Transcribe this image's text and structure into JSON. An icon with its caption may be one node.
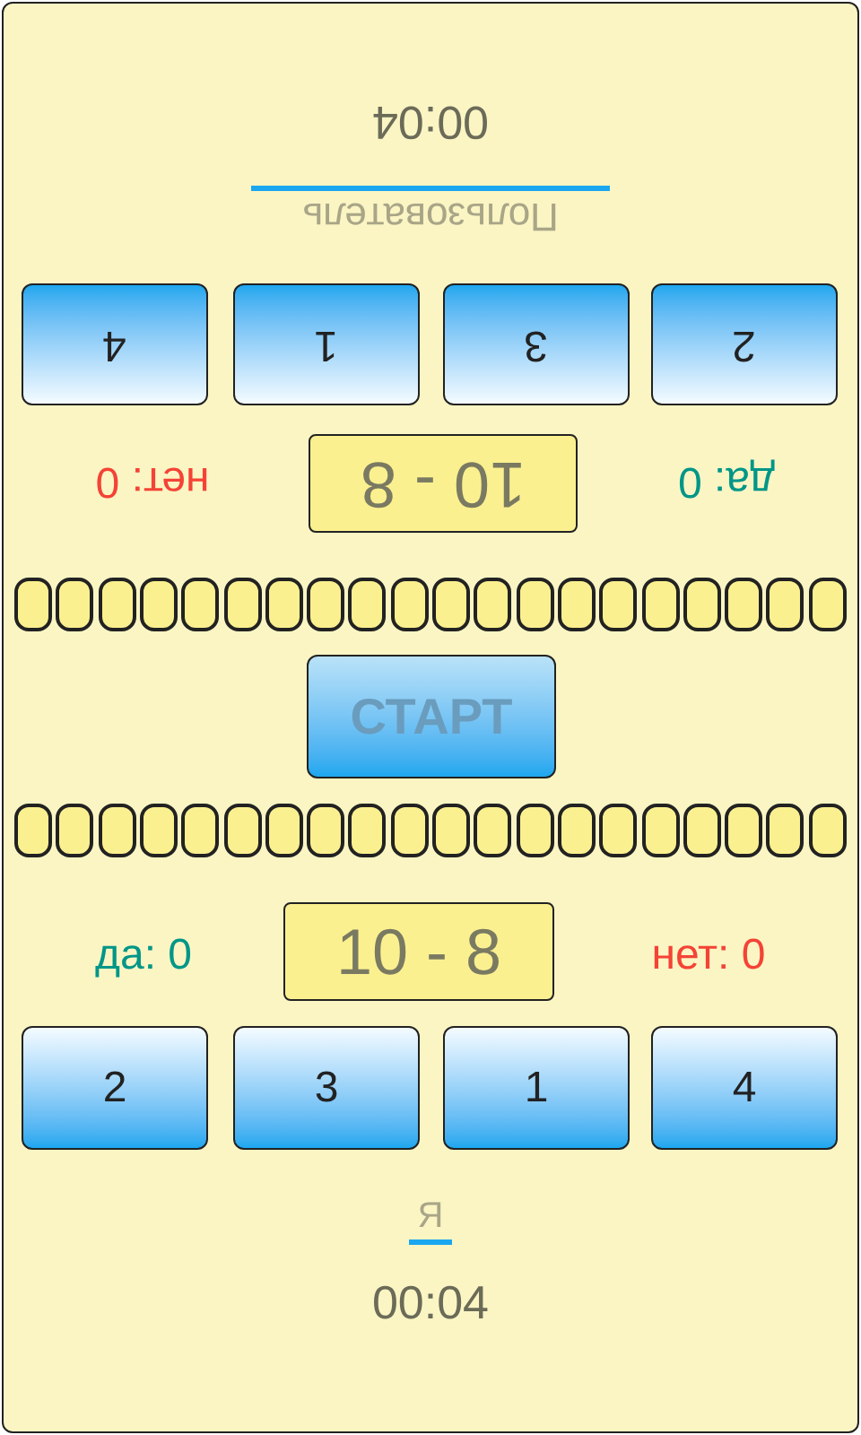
{
  "diagram": {
    "nodes": [
      {
        "text": [
          "4"
        ]
      },
      {
        "text": [
          "1"
        ]
      },
      {
        "text": [
          "3"
        ]
      },
      {
        "text": [
          "2"
        ]
      },
      {
        "text": [
          "10 - 8"
        ]
      },
      {
        "text": [],
        "shape": "box"
      },
      {
        "text": [],
        "shape": "box"
      },
      {
        "text": [],
        "shape": "box"
      },
      {
        "text": [],
        "shape": "box"
      },
      {
        "text": [],
        "shape": "box"
      },
      {
        "text": [],
        "shape": "box"
      },
      {
        "text": [],
        "shape": "box"
      },
      {
        "text": [],
        "shape": "box"
      },
      {
        "text": [],
        "shape": "box"
      },
      {
        "text": [],
        "shape": "box"
      },
      {
        "text": [],
        "shape": "box"
      },
      {
        "text": [],
        "shape": "box"
      },
      {
        "text": [],
        "shape": "box"
      },
      {
        "text": [],
        "shape": "box"
      },
      {
        "text": [],
        "shape": "box"
      },
      {
        "text": [],
        "shape": "box"
      },
      {
        "text": [],
        "shape": "box"
      },
      {
        "text": [],
        "shape": "box"
      },
      {
        "text": [],
        "shape": "box"
      },
      {
        "text": [],
        "shape": "box"
      },
      {
        "text": [
          "СТАРТ"
        ]
      },
      {
        "text": [],
        "shape": "box"
      },
      {
        "text": [],
        "shape": "box"
      },
      {
        "text": [],
        "shape": "box"
      },
      {
        "text": [],
        "shape": "box"
      },
      {
        "text": [],
        "shape": "box"
      },
      {
        "text": [],
        "shape": "box"
      },
      {
        "text": [],
        "shape": "box"
      },
      {
        "text": [],
        "shape": "box"
      },
      {
        "text": [],
        "shape": "box"
      },
      {
        "text": [],
        "shape": "box"
      },
      {
        "text": [],
        "shape": "box"
      },
      {
        "text": [],
        "shape": "box"
      },
      {
        "text": [],
        "shape": "box"
      },
      {
        "text": [],
        "shape": "box"
      },
      {
        "text": [],
        "shape": "box"
      },
      {
        "text": [],
        "shape": "box"
      },
      {
        "text": [],
        "shape": "box"
      },
      {
        "text": [],
        "shape": "box"
      },
      {
        "text": [],
        "shape": "box"
      },
      {
        "text": [],
        "shape": "box"
      },
      {
        "text": [
          "10 - 8"
        ]
      },
      {
        "text": [
          "2"
        ]
      },
      {
        "text": [
          "3"
        ]
      },
      {
        "text": [
          "1"
        ]
      },
      {
        "text": [
          "4"
        ]
      }
    ],
    "labels": [
      "00:04",
      "Пользователь",
      "нет: 0",
      "да: 0",
      "да: 0",
      "нет: 0",
      "Я",
      "00:04"
    ]
  }
}
